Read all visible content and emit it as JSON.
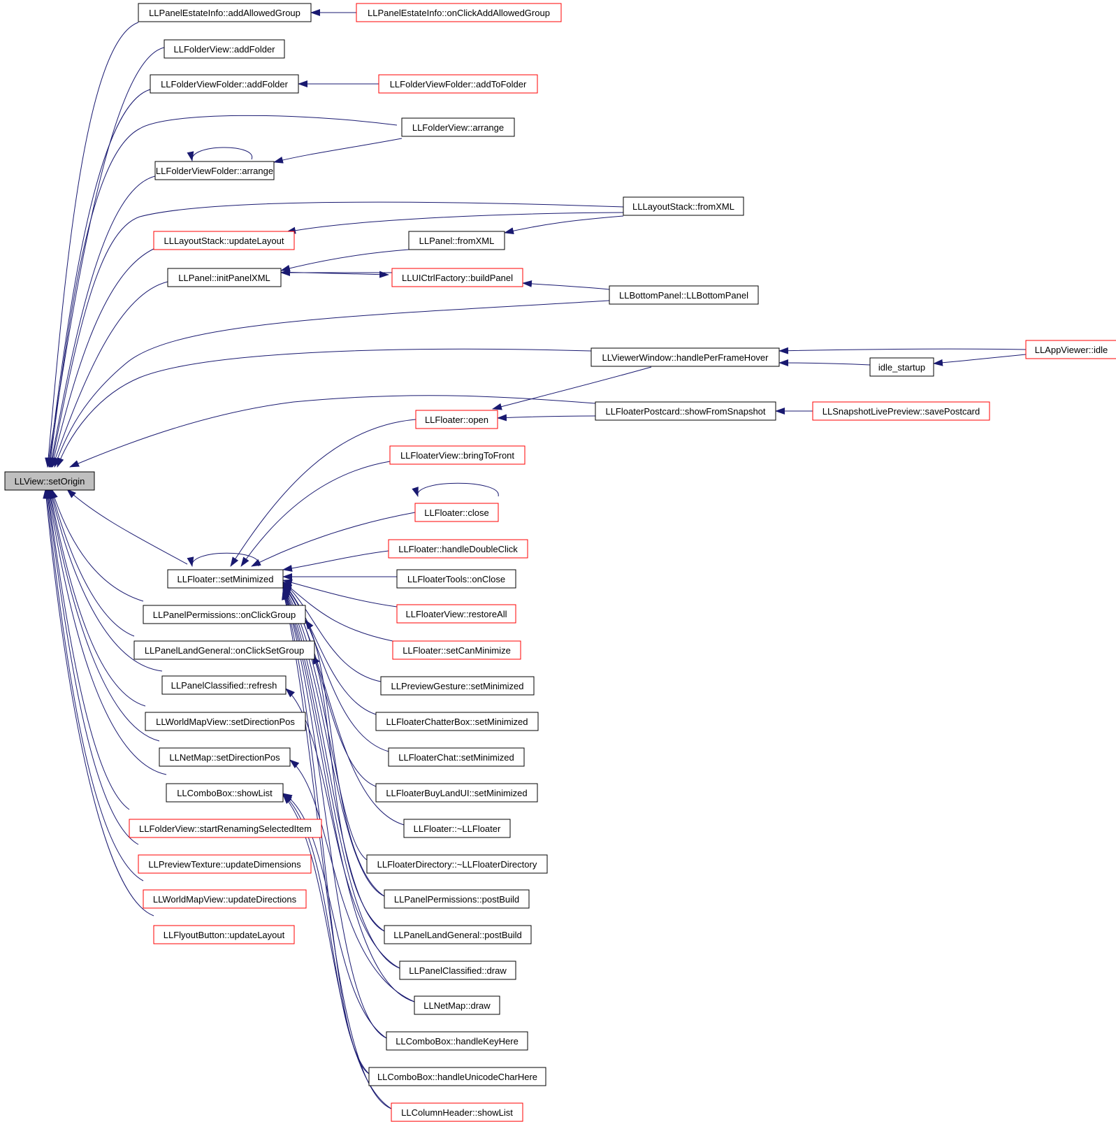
{
  "colors": {
    "edge": "#191970",
    "node_border": "#000000",
    "node_border_truncated": "#ff0000",
    "root_fill": "#bfbfbf"
  },
  "nodes": {
    "setOrigin": "LLView::setOrigin",
    "addAllowedGroup": "LLPanelEstateInfo::addAllowedGroup",
    "onClickAddAllowedGroup": "LLPanelEstateInfo::onClickAddAllowedGroup",
    "fvAddFolder": "LLFolderView::addFolder",
    "fvfAddFolder": "LLFolderViewFolder::addFolder",
    "addToFolder": "LLFolderViewFolder::addToFolder",
    "fvArrange": "LLFolderView::arrange",
    "fvfArrange": "LLFolderViewFolder::arrange",
    "lsFromXML": "LLLayoutStack::fromXML",
    "lsUpdateLayout": "LLLayoutStack::updateLayout",
    "panelFromXML": "LLPanel::fromXML",
    "initPanelXML": "LLPanel::initPanelXML",
    "buildPanel": "LLUICtrlFactory::buildPanel",
    "bottomPanel": "LLBottomPanel::LLBottomPanel",
    "handleHover": "LLViewerWindow::handlePerFrameHover",
    "appIdle": "LLAppViewer::idle",
    "idleStartup": "idle_startup",
    "showFromSnapshot": "LLFloaterPostcard::showFromSnapshot",
    "savePostcard": "LLSnapshotLivePreview::savePostcard",
    "floaterOpen": "LLFloater::open",
    "bringToFront": "LLFloaterView::bringToFront",
    "floaterClose": "LLFloater::close",
    "handleDoubleClick": "LLFloater::handleDoubleClick",
    "setMinimized": "LLFloater::setMinimized",
    "toolsOnClose": "LLFloaterTools::onClose",
    "restoreAll": "LLFloaterView::restoreAll",
    "setCanMinimize": "LLFloater::setCanMinimize",
    "permOnClickGroup": "LLPanelPermissions::onClickGroup",
    "previewGesture": "LLPreviewGesture::setMinimized",
    "landOnClickSetGroup": "LLPanelLandGeneral::onClickSetGroup",
    "chatterBox": "LLFloaterChatterBox::setMinimized",
    "classifiedRefresh": "LLPanelClassified::refresh",
    "floaterChat": "LLFloaterChat::setMinimized",
    "worldMapSetDir": "LLWorldMapView::setDirectionPos",
    "netMapSetDir": "LLNetMap::setDirectionPos",
    "buyLandUI": "LLFloaterBuyLandUI::setMinimized",
    "comboShowList": "LLComboBox::showList",
    "floaterDtor": "LLFloater::~LLFloater",
    "startRenaming": "LLFolderView::startRenamingSelectedItem",
    "dirDtor": "LLFloaterDirectory::~LLFloaterDirectory",
    "updateDimensions": "LLPreviewTexture::updateDimensions",
    "permPostBuild": "LLPanelPermissions::postBuild",
    "worldMapUpdateDirs": "LLWorldMapView::updateDirections",
    "flyoutUpdateLayout": "LLFlyoutButton::updateLayout",
    "landPostBuild": "LLPanelLandGeneral::postBuild",
    "classifiedDraw": "LLPanelClassified::draw",
    "netMapDraw": "LLNetMap::draw",
    "comboKeyHere": "LLComboBox::handleKeyHere",
    "comboUnicode": "LLComboBox::handleUnicodeCharHere",
    "columnHeaderShowList": "LLColumnHeader::showList"
  }
}
